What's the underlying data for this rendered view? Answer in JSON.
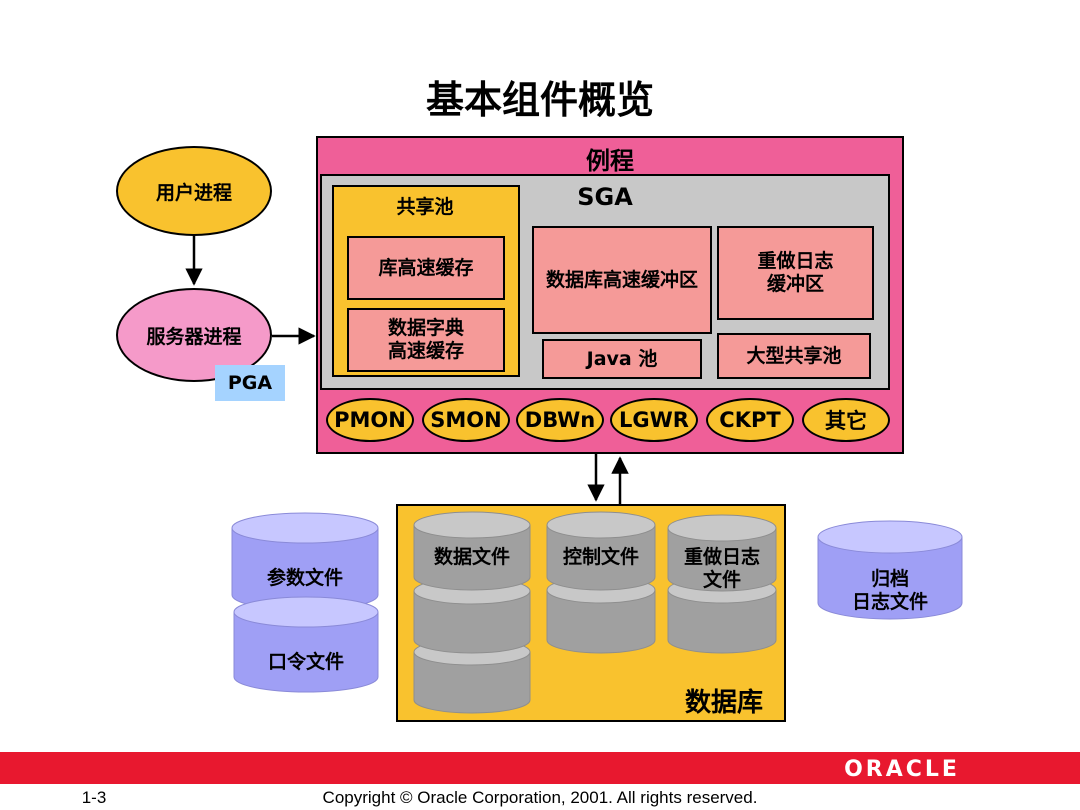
{
  "title": "基本组件概览",
  "instance": {
    "label": "例程"
  },
  "sga": {
    "label": "SGA"
  },
  "shared_pool": {
    "label": "共享池",
    "library_cache": "库高速缓存",
    "dict_cache_line1": "数据字典",
    "dict_cache_line2": "高速缓存"
  },
  "buffers": {
    "db_buffer_cache": "数据库高速缓冲区",
    "redo_line1": "重做日志",
    "redo_line2": "缓冲区",
    "java_pool": "Java 池",
    "large_pool": "大型共享池"
  },
  "processes": {
    "user": "用户进程",
    "server": "服务器进程",
    "pga": "PGA"
  },
  "background": [
    "PMON",
    "SMON",
    "DBWn",
    "LGWR",
    "CKPT",
    "其它"
  ],
  "database": {
    "label": "数据库",
    "data_files": "数据文件",
    "control_files": "控制文件",
    "redo_line1": "重做日志",
    "redo_line2": "文件"
  },
  "files": {
    "param": "参数文件",
    "password": "口令文件",
    "archive_line1": "归档",
    "archive_line2": "日志文件"
  },
  "footer": {
    "copyright": "Copyright © Oracle Corporation, 2001. All rights reserved.",
    "page": "1-3",
    "brand": "ORACLE"
  },
  "colors": {
    "instance": "#ef5f98",
    "sga": "#c8c8c8",
    "yellow": "#f9c22e",
    "salmon": "#f59a98",
    "pink": "#f59ac9",
    "pga": "#a5d3ff",
    "cylinder_blue": "#9f9ff5",
    "cylinder_gray": "#a0a0a0",
    "red_bar": "#e8182f"
  }
}
